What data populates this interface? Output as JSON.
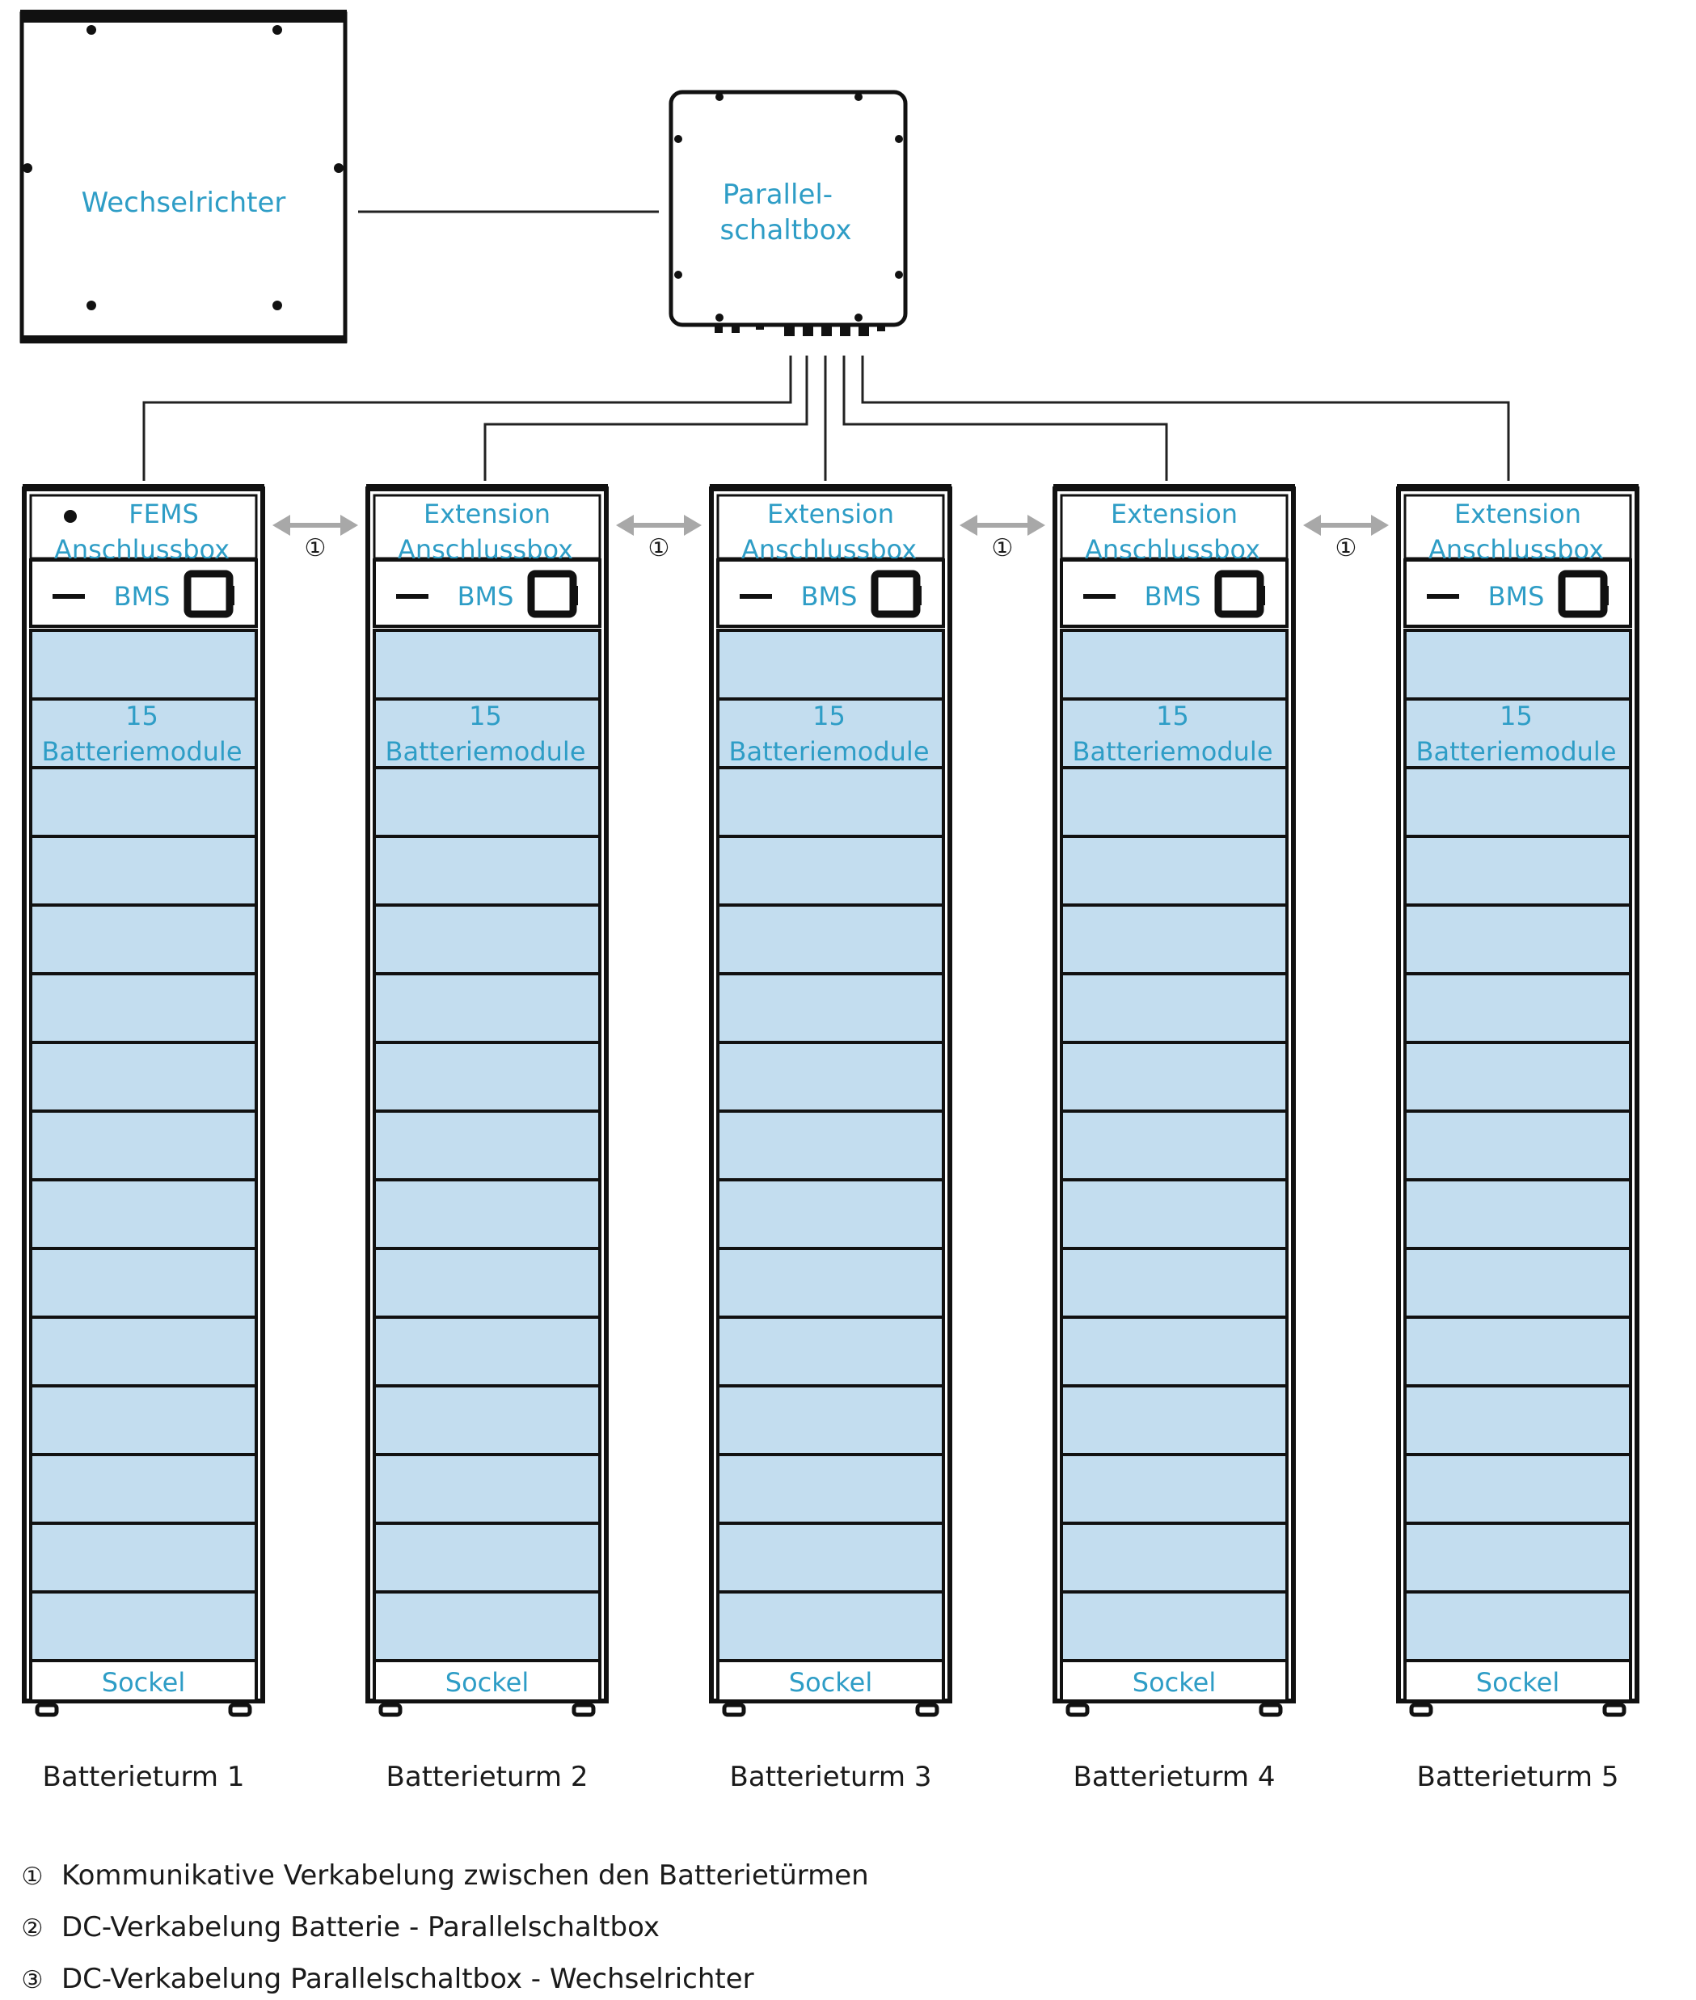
{
  "inverter": {
    "label": "Wechselrichter"
  },
  "parallel_box": {
    "label_line1": "Parallel-",
    "label_line2": "schaltbox"
  },
  "comm_marker": "①",
  "towers": [
    {
      "top_line1": "FEMS",
      "top_line2": "Anschlussbox",
      "bms": "BMS",
      "modules_line1": "15",
      "modules_line2": "Batteriemodule",
      "base": "Sockel",
      "caption": "Batterieturm 1"
    },
    {
      "top_line1": "Extension",
      "top_line2": "Anschlussbox",
      "bms": "BMS",
      "modules_line1": "15",
      "modules_line2": "Batteriemodule",
      "base": "Sockel",
      "caption": "Batterieturm 2"
    },
    {
      "top_line1": "Extension",
      "top_line2": "Anschlussbox",
      "bms": "BMS",
      "modules_line1": "15",
      "modules_line2": "Batteriemodule",
      "base": "Sockel",
      "caption": "Batterieturm 3"
    },
    {
      "top_line1": "Extension",
      "top_line2": "Anschlussbox",
      "bms": "BMS",
      "modules_line1": "15",
      "modules_line2": "Batteriemodule",
      "base": "Sockel",
      "caption": "Batterieturm 4"
    },
    {
      "top_line1": "Extension",
      "top_line2": "Anschlussbox",
      "bms": "BMS",
      "modules_line1": "15",
      "modules_line2": "Batteriemodule",
      "base": "Sockel",
      "caption": "Batterieturm 5"
    }
  ],
  "legend": [
    {
      "marker": "①",
      "text": "Kommunikative Verkabelung zwischen den Batterietürmen"
    },
    {
      "marker": "②",
      "text": "DC-Verkabelung Batterie - Parallelschaltbox"
    },
    {
      "marker": "③",
      "text": "DC-Verkabelung Parallelschaltbox - Wechselrichter"
    }
  ],
  "colors": {
    "module_fill": "#c3ddef",
    "label_blue": "#2e9dc6",
    "arrow_gray": "#a8a8a8"
  }
}
